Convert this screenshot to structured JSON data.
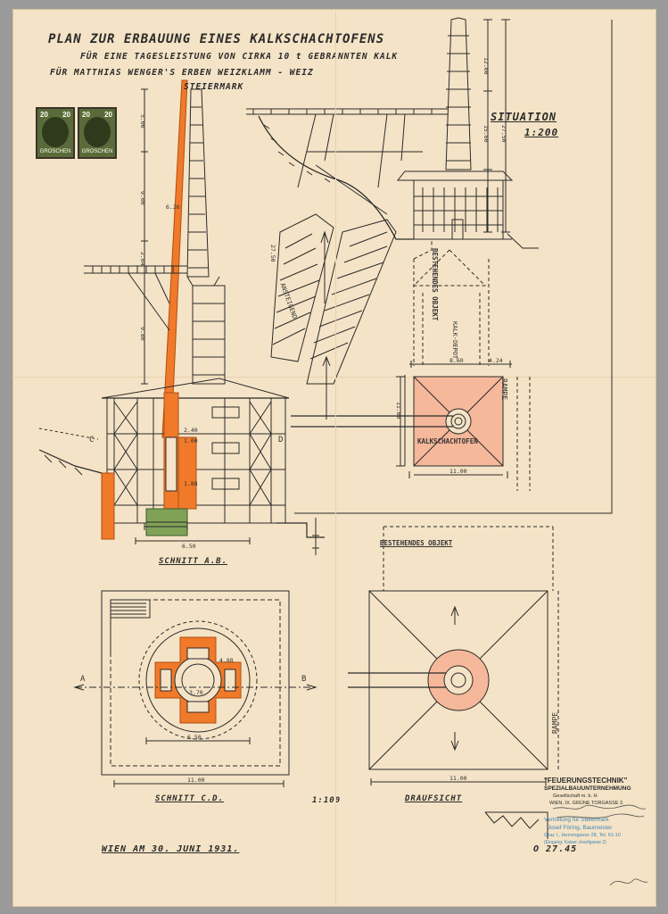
{
  "title": {
    "line1": "PLAN ZUR ERBAUUNG EINES KALKSCHACHTOFENS",
    "line2": "FÜR EINE TAGESLEISTUNG VON CIRKA 10 t GEBRANNTEN KALK",
    "line3": "FÜR MATTHIAS WENGER'S ERBEN WEIZKLAMM - WEIZ",
    "line4": "STEIERMARK"
  },
  "stamps": {
    "value": "20",
    "currency": "GROSCHEN",
    "colors": {
      "body": "#5a6b3a",
      "frame": "#3a3328"
    }
  },
  "views": {
    "section_ab": "SCHNITT A.B.",
    "section_cd": "SCHNITT C.D.",
    "plan_view": "DRAUFSICHT",
    "situation": "SITUATION",
    "situation_scale": "1:200",
    "main_scale": "1:100"
  },
  "labels": {
    "existing_object_top": "BESTEHENDES OBJEKT",
    "lime_depot": "KALK-DEPOT",
    "existing_object_bottom": "BESTEHENDES OBJEKT",
    "lime_kiln": "KALKSCHACHTOFEN",
    "ramp_right": "RAMPE",
    "ramp_bottom": "RAMPE",
    "ascent": "ANSTEIGEND",
    "cut_a": "A",
    "cut_b": "B",
    "cut_c": "C",
    "cut_d": "D"
  },
  "dimensions": {
    "d_1200": "12.00",
    "d_1560": "15.60",
    "d_2750_top": "27.50",
    "d_2750_mid": "27.50",
    "d_500": "5.00",
    "d_900": "9.00",
    "d_980": "9.80",
    "d_204": "2.04",
    "d_650": "6.50",
    "d_650_plan": "6.50",
    "d_1100_a": "11.00",
    "d_1100_b": "11.00",
    "d_1100_c": "11.00",
    "d_1100_d": "11.00",
    "d_860": "8.60",
    "d_424": "4.24",
    "d_240": "2.40",
    "d_100": "1.00",
    "d_188": "1.88",
    "d_488": "4.88",
    "d_370": "3.70",
    "d_626": "6.26"
  },
  "footer": {
    "date": "WIEN AM 30. JUNI 1931.",
    "drawing_no": "O 27.45"
  },
  "company": {
    "name": "\"FEUERUNGSTECHNIK\"",
    "type": "SPEZIALBAUUNTERNEHMUNG",
    "legal": "Gesellschaft m. b. H.",
    "address": "WIEN, IX. GRÜNE TORGASSE 2.",
    "rep_line1": "Vertretung für Steiermark",
    "rep_line2": "Josef Föring, Baumeister",
    "rep_line3": "Graz I., Herrengasse 28, Tel. 61-10",
    "rep_line4": "(Eingang: Kaiser-Josefgasse 2)"
  },
  "colors": {
    "paper": "#f4e3c6",
    "ink": "#2b2b2b",
    "orange": "#f07a2a",
    "pink": "#f5b89a",
    "green": "#7fa257",
    "stamp_blue": "#3f86b9"
  }
}
